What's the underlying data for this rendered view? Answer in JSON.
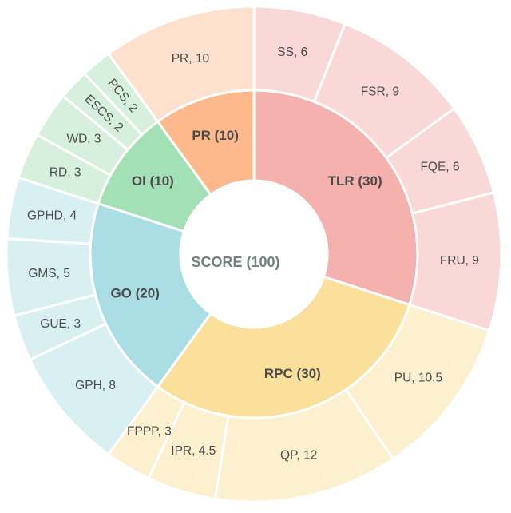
{
  "chart_data": {
    "type": "sunburst",
    "title": "",
    "center": {
      "label": "SCORE (100)",
      "value": 100
    },
    "rotation_start_deg": 0,
    "categories": [
      {
        "name": "TLR",
        "label": "TLR (30)",
        "value": 30,
        "color": "#f4b1ae",
        "child_color": "#f9d8d7",
        "children": [
          {
            "name": "SS",
            "label": "SS, 6",
            "value": 6
          },
          {
            "name": "FSR",
            "label": "FSR, 9",
            "value": 9
          },
          {
            "name": "FQE",
            "label": "FQE, 6",
            "value": 6
          },
          {
            "name": "FRU",
            "label": "FRU, 9",
            "value": 9
          }
        ]
      },
      {
        "name": "RPC",
        "label": "RPC (30)",
        "value": 30,
        "color": "#fbe09c",
        "child_color": "#fdf0cf",
        "children": [
          {
            "name": "PU",
            "label": "PU, 10.5",
            "value": 10.5
          },
          {
            "name": "QP",
            "label": "QP, 12",
            "value": 12
          },
          {
            "name": "IPR",
            "label": "IPR, 4.5",
            "value": 4.5
          },
          {
            "name": "FPPP",
            "label": "FPPP, 3",
            "value": 3
          }
        ]
      },
      {
        "name": "GO",
        "label": "GO (20)",
        "value": 20,
        "color": "#abdde4",
        "child_color": "#d9f0f3",
        "children": [
          {
            "name": "GPH",
            "label": "GPH, 8",
            "value": 8
          },
          {
            "name": "GUE",
            "label": "GUE, 3",
            "value": 3
          },
          {
            "name": "GMS",
            "label": "GMS, 5",
            "value": 5
          },
          {
            "name": "GPHD",
            "label": "GPHD, 4",
            "value": 4
          }
        ]
      },
      {
        "name": "OI",
        "label": "OI (10)",
        "value": 10,
        "color": "#a3e0b5",
        "child_color": "#d6f0dd",
        "children": [
          {
            "name": "RD",
            "label": "RD, 3",
            "value": 3
          },
          {
            "name": "WD",
            "label": "WD, 3",
            "value": 3
          },
          {
            "name": "ESCS",
            "label": "ESCS, 2",
            "value": 2
          },
          {
            "name": "PCS",
            "label": "PCS, 2",
            "value": 2
          }
        ]
      },
      {
        "name": "PR",
        "label": "PR (10)",
        "value": 10,
        "color": "#fdb98b",
        "child_color": "#fde0cd",
        "children": [
          {
            "name": "PR",
            "label": "PR, 10",
            "value": 10
          }
        ]
      }
    ]
  }
}
